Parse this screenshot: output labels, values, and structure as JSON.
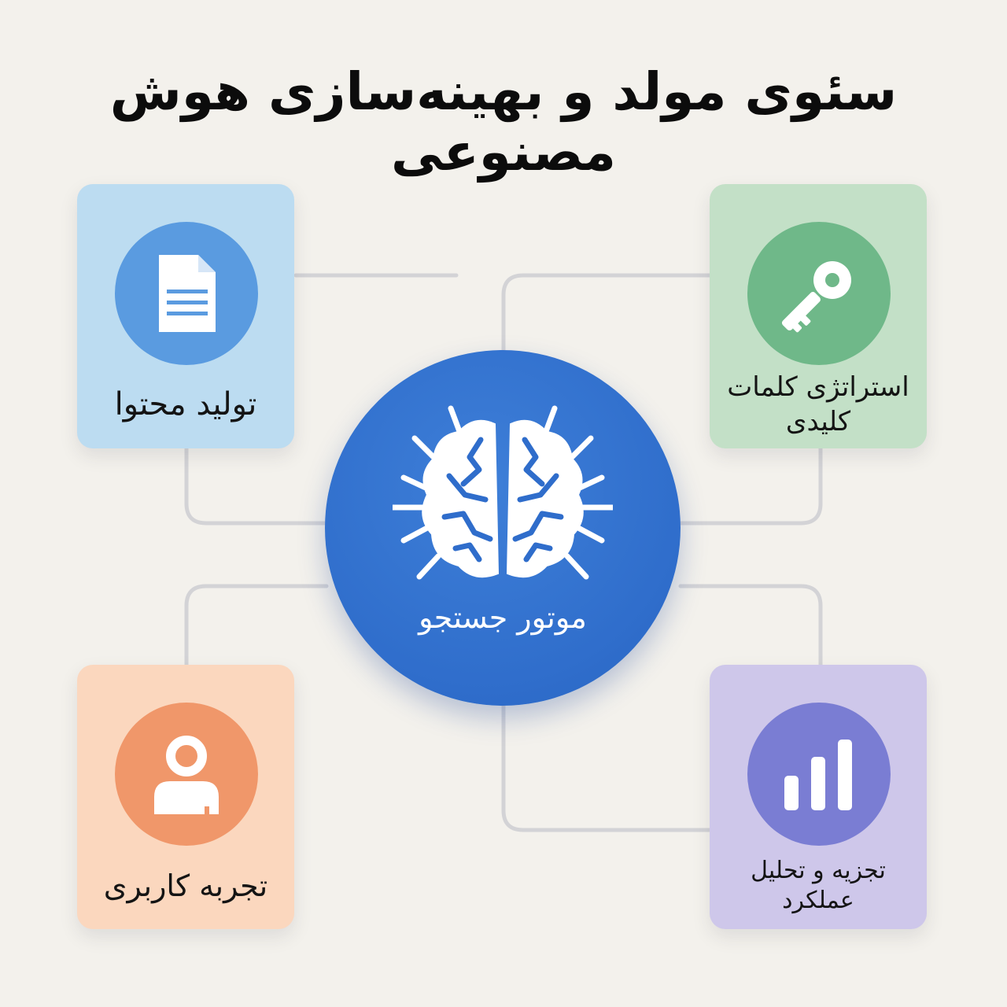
{
  "title": "سئوی مولد و بهینه‌سازی هوش مصنوعی",
  "center": {
    "label": "موتور جستجو",
    "icon": "brain-icon"
  },
  "cards": {
    "content_generation": {
      "label": "تولید محتوا",
      "icon": "document-icon",
      "color": "#bcdcf1",
      "accent": "#5a9be0"
    },
    "keyword_strategy": {
      "label": "استراتژی کلمات کلیدی",
      "icon": "key-icon",
      "color": "#c3e0c7",
      "accent": "#6fb889"
    },
    "user_experience": {
      "label": "تجربه کاربری",
      "icon": "user-icon",
      "color": "#fbd7be",
      "accent": "#f0976a"
    },
    "performance_analysis": {
      "label": "تجزیه و تحلیل عملکرد",
      "icon": "bar-chart-icon",
      "color": "#cec7ea",
      "accent": "#7a7dd3"
    }
  },
  "colors": {
    "background": "#f3f1ec",
    "hub": "#2f6dcb",
    "connector": "#d3d3d6"
  }
}
